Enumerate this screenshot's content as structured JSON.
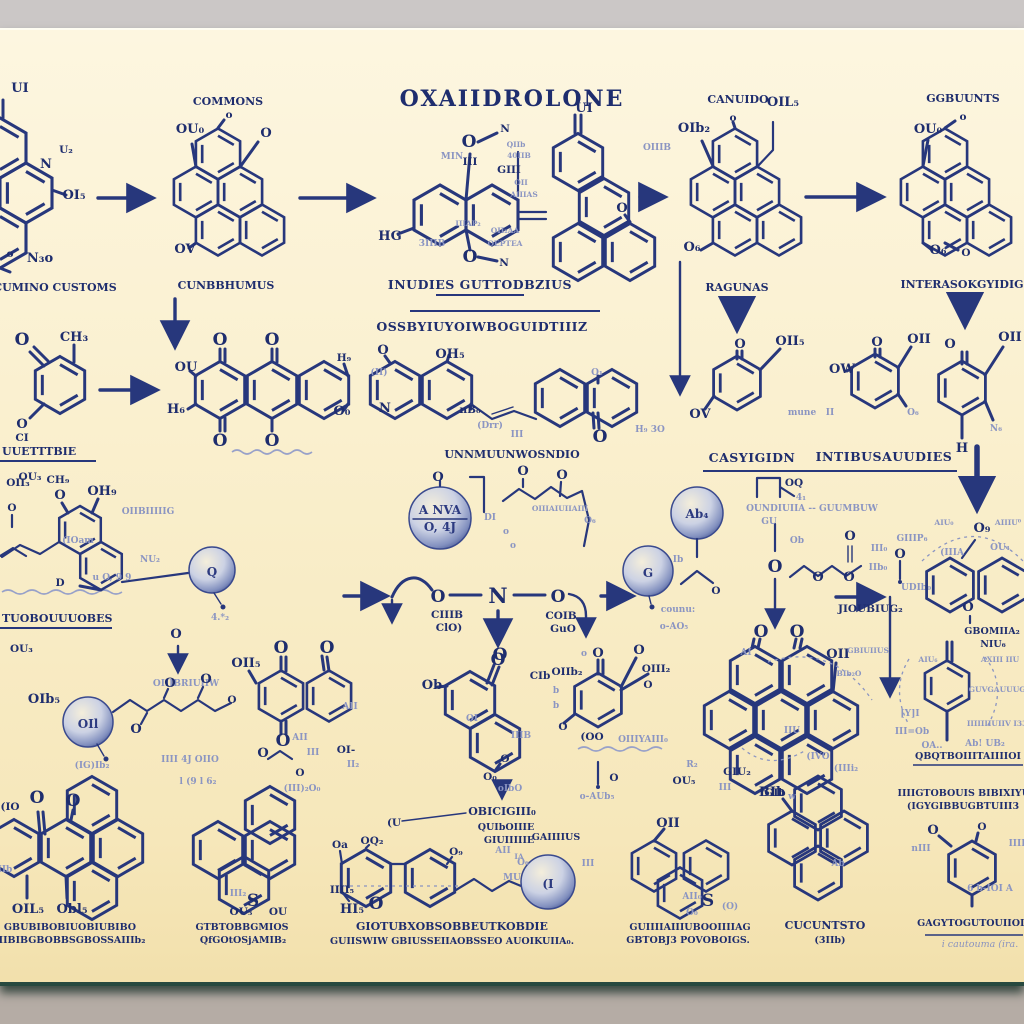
{
  "title": "OXAIIDROLONE",
  "colors": {
    "ink": "#23327a",
    "paper": "#f9efcd",
    "faded": "#8b95c2",
    "backdrop": "#b5aca5",
    "top_strip": "#cbc7c6",
    "shadow": "#27493f"
  },
  "r1": {
    "s1": {
      "cap": "CUMINO CUSTOMS",
      "a1": "UI",
      "a2": "N",
      "a3": "U₂",
      "a4": "OI₅",
      "a5": "o",
      "a6": "N₃o"
    },
    "s2": {
      "top": "COMMONS",
      "a1": "OU₀",
      "a2": "o",
      "a3": "O",
      "a4": "OV",
      "cap": "CUNBBHUMUS"
    },
    "s3": {
      "a1": "O",
      "a2": "N",
      "a3": "III",
      "a4": "GIII",
      "a5": "HG",
      "a6": "O",
      "a7": "N",
      "f1": "QIIb",
      "f2": "40IIB",
      "f3": "MIN",
      "f4": "OII",
      "f5": "AIIIAS",
      "f6": "3IIIB",
      "f7": "IIIAP₂",
      "f8": "OII₂AA",
      "f9": "OEPTEA"
    },
    "s4": {
      "a1": "UI",
      "a2": "O"
    },
    "s5": {
      "top": "CANUIDO",
      "a1": "o",
      "a2": "OIb₂",
      "a3": "OIL₅",
      "a4": "O₆",
      "f1": "OIIIB",
      "cap": "RAGUNAS"
    },
    "s6": {
      "top": "GGBUUNTS",
      "a1": "OU₀",
      "a2": "o",
      "a3": "O₆",
      "a4": "O",
      "cap": "INTERASOKGYIDIG"
    }
  },
  "r2": {
    "h1": "INUDIES GUTTODBZIUS",
    "h2": "OSSBYIUYOIWBOGUIDTIIIZ",
    "h3": "CASYIGIDN",
    "h4": "INTIBUSAUUDIES",
    "s7": {
      "a1": "O",
      "a2": "CH₃",
      "a3": "O",
      "a4": "CI",
      "cap": "UUETTTBIE",
      "sub": "OU₃"
    },
    "s8": {
      "a1": "OU",
      "a2": "O",
      "a3": "O",
      "a4": "H₆",
      "a5": "O",
      "a6": "O",
      "a7": "H₉",
      "a8": "O₀"
    },
    "s9": {
      "a1": "O",
      "a2": "N",
      "a3": "OH₅",
      "a4": "nB₀",
      "f1": "(II)",
      "f2": "(Drr)",
      "f3": "III"
    },
    "s10": {
      "a1": "O",
      "f1": "O₁",
      "f2": "H₉ 3O"
    },
    "s11": {
      "a1": "O",
      "a2": "OII₅",
      "a3": "OV",
      "f1": "mune"
    },
    "s12": {
      "a1": "OW",
      "a2": "O",
      "a3": "OII",
      "f1": "II",
      "f2": "O₆"
    },
    "s13": {
      "a1": "O",
      "a2": "OII",
      "a3": "H",
      "f1": "N₆"
    }
  },
  "r3": {
    "left": {
      "head": "TUOBOUUUOBES",
      "sub": "OU₃"
    },
    "s15": {
      "a1": "OII₃",
      "a2": "CH₉",
      "a3": "O",
      "a4": "OH₉",
      "a5": "D",
      "a6": "O",
      "f1": "(IOam",
      "f2": "u O, 9 9",
      "f3": "NU₂",
      "f4": "OIIBIIIIIG"
    },
    "b1": {
      "g": "Q",
      "f1": "4.*₂"
    },
    "chain": {
      "cap": "UNNMUUNWOSNDIO",
      "otop": "O",
      "b2l1": "A NVA",
      "b2l2": "O, 4J",
      "fdi": "DI",
      "zo1": "O",
      "zo2": "O",
      "fmid": "OIIIAIUIIAIII",
      "fo6": "O₆",
      "o1": "O",
      "n": "N",
      "o2": "O",
      "t1": "CIIIB",
      "t2": "ClO)",
      "t3": "COIB",
      "t4": "GuO",
      "ou": "O",
      "fo1": "o",
      "fo2": "o",
      "fo3": "o"
    },
    "b3": {
      "g": "G",
      "f1": "Ib",
      "f2": "counu:",
      "f3": "o-AO₅"
    },
    "b4": {
      "g": "Ab₄",
      "o": "O"
    },
    "right": {
      "sq1": "OQ",
      "sq2": "4₁",
      "cap": "OUNDIUIIA -- GUUMBUW",
      "fcu": "GU",
      "vo": "O",
      "f1": "Ob",
      "otop": "O",
      "o1": "O",
      "o2": "O",
      "f2": "III₀",
      "f3": "IIb₀",
      "alabel": "JIOUBIUG₂",
      "or": "O",
      "f4": "GIIIP₆",
      "f5": "UDIb₀"
    },
    "s17": {
      "a1": "O₉",
      "a2": "O",
      "f1": "AIU₀",
      "f2": "AIIIU⁰",
      "f3": "(IIIA",
      "f4": "OU₄",
      "b1": "GBOMIIA₂",
      "b2": "NIU₆"
    }
  },
  "r4": {
    "varr": {
      "o": "O",
      "cap": "OIIIBRIUIIW"
    },
    "b5": {
      "g": "OIl",
      "a": "OIb₅",
      "f": "(IG)Ib₂"
    },
    "s19": {
      "o1": "O",
      "o2": "O",
      "o3": "O",
      "o4": "O",
      "f1": "IIII 4J OIIO",
      "f2": "l (9 l 6₂"
    },
    "s20": {
      "a1": "OII₅",
      "a2": "O",
      "a3": "O",
      "a4": "O",
      "f1": "AII"
    },
    "s21": {
      "o1": "O",
      "f1": "AII",
      "f2": "III",
      "o2": "O",
      "f3": "(III)₂O₀",
      "a": "OI-",
      "f4": "II₂"
    },
    "s30": {
      "a1": "O",
      "a2": "Ob",
      "f1": "OI",
      "f2": "IIIB",
      "a3": "O",
      "c1": "O₀",
      "c2": "oIbO",
      "cap1": "OBICIGIII₀",
      "cap2": "QUIbOIIIE",
      "cap3": "GIUIIIIIE",
      "ptr": "(U"
    },
    "s31": {
      "a1": "CIb",
      "a2": "OIIb₂",
      "a3": "O",
      "a4": "O",
      "a5": "OIII₂",
      "a6": "O",
      "b1": "b",
      "b2": "b",
      "a7": "O",
      "a8": "(OO",
      "f2": "OIIIYAIII₀",
      "a9": "O",
      "f3": "o-AUb₅",
      "a10": "OU₅",
      "f4": "R₂"
    },
    "s24": {
      "a1": "Oa",
      "a2": "OQ₂",
      "a3": "O₉",
      "a4": "IIII₅",
      "a5": "HI₅",
      "a6": "O",
      "f1": "AII",
      "f2": "O₆",
      "f3": "III",
      "f4": "MU",
      "fia": "IA",
      "cannus": "GAIIIIUS",
      "cap1": "GIOTUBXOBSOBBEUTKOBDIE",
      "cap2": "GUIISWIW GBIUSSEIIAOBSSEO AUOIKUIIA₀."
    },
    "b6": {
      "g": "(I"
    },
    "s25": {
      "a1": "OII",
      "s": "S",
      "f1": "AII₀",
      "f2": "O₀",
      "f3": "(O)",
      "cap1": "GUIIIIAIIIUBOOIIIIAG",
      "cap2": "GBTOBJ3 POVOBOIGS."
    },
    "s23": {
      "s": "S",
      "f1": "III₂",
      "a2": "OU₅",
      "a3": "OU",
      "cap1": "GTBTOBBGMIOS",
      "cap2": "QfGOtOSjAMIB₂"
    },
    "s22": {
      "a1": "(IO",
      "a2": "O",
      "a3": "O",
      "a4": "OIL₅",
      "a5": "Obl₅",
      "f1": "IIb",
      "cap1": "GBUBIBOBIUOBIUBIBO",
      "cap2": "BIIBIBGBOBBSGBOSSAIIIb₂"
    },
    "s26": {
      "a1": "GIb",
      "f1": "Ab",
      "cap1": "CUCUNTSTO",
      "cap2": "(3IIb)"
    },
    "s27": {
      "a1": "O",
      "a2": "O",
      "f1": "nIII",
      "f2": "IIII",
      "f3": "6 b-IOI A",
      "cap": "GAGYTOGUTOUIIOII",
      "sig": "i cautouma (ira.",
      "tc1": "IIIIGTOBOUIS BIBIXIYUI",
      "tc2": "(IGYGIBBUGBTUIII3"
    },
    "s28": {
      "a1": "O",
      "a2": "O",
      "f1": "AI",
      "a3": "OII",
      "f2": "GBIUIIUS",
      "f3": "BIb₂O",
      "f4": "IIU",
      "a4": "GIU₂",
      "f5": "III",
      "a5": "BIb",
      "f6": "(IVO",
      "f7": "(IIIi₂",
      "f8": "w"
    },
    "s29": {
      "f1": "[Y]I",
      "f2": "III=Ob",
      "f3": "OA..",
      "f4": "Ab! UB₂",
      "arc1": "GUVGAUUUG -",
      "arc2": "IIIIIIIUIIV I33V",
      "t1": "AIU₆",
      "t2": "AXIII IIU",
      "cap": "QBQTBOIIITAIIIIOI"
    }
  }
}
